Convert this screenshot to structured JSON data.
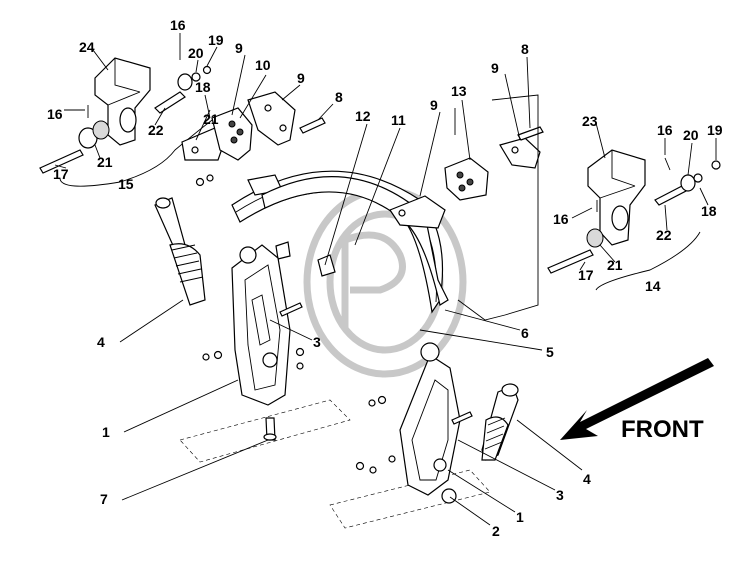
{
  "front_label": "FRONT",
  "callouts": {
    "c1a": "1",
    "c1b": "1",
    "c2": "2",
    "c3a": "3",
    "c3b": "3",
    "c4a": "4",
    "c4b": "4",
    "c5": "5",
    "c6": "6",
    "c7": "7",
    "c8a": "8",
    "c8b": "8",
    "c9a": "9",
    "c9b": "9",
    "c9c": "9",
    "c9d": "9",
    "c10": "10",
    "c11": "11",
    "c12": "12",
    "c13": "13",
    "c14": "14",
    "c15": "15",
    "c16a": "16",
    "c16b": "16",
    "c16c": "16",
    "c16d": "16",
    "c17a": "17",
    "c17b": "17",
    "c18a": "18",
    "c18b": "18",
    "c19a": "19",
    "c19b": "19",
    "c20a": "20",
    "c20b": "20",
    "c21a": "21",
    "c21b": "21",
    "c21c": "21",
    "c22a": "22",
    "c22b": "22",
    "c23": "23",
    "c24": "24"
  }
}
